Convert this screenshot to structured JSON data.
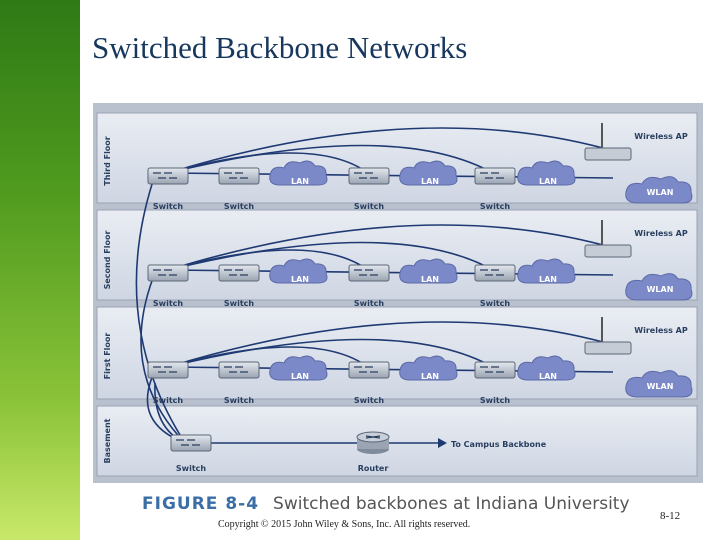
{
  "slide": {
    "title": "Switched Backbone Networks",
    "figure_number": "FIGURE 8-4",
    "figure_caption": "Switched backbones at Indiana University",
    "copyright": "Copyright © 2015 John Wiley & Sons, Inc. All rights reserved.",
    "page_number": "8-12"
  },
  "diagram": {
    "floors": [
      "Third Floor",
      "Second Floor",
      "First Floor",
      "Basement"
    ],
    "switch_label": "Switch",
    "lan_label": "LAN",
    "wireless_ap_label": "Wireless AP",
    "wlan_label": "WLAN",
    "router_label": "Router",
    "campus_backbone_label": "To Campus Backbone"
  },
  "colors": {
    "accent_green": "#4f9a1e",
    "title_blue": "#17375e",
    "cloud": "#7c89c8",
    "panel": "#dde2ec"
  }
}
